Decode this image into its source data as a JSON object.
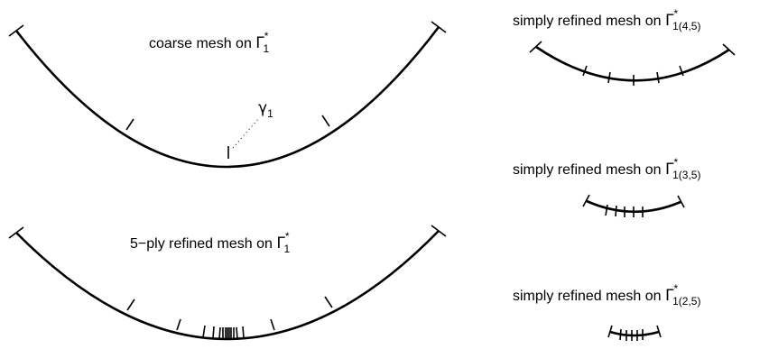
{
  "panels": [
    {
      "label": "coarse mesh on ",
      "symbol": "Γ",
      "superscript": "*",
      "subscript": "1"
    },
    {
      "label": "5−ply refined mesh on ",
      "symbol": "Γ",
      "superscript": "*",
      "subscript": "1"
    },
    {
      "label": "simply refined mesh on ",
      "symbol": "Γ",
      "superscript": "*",
      "subscript": "1(4,5)"
    },
    {
      "label": "simply refined mesh on ",
      "symbol": "Γ",
      "superscript": "*",
      "subscript": "1(3,5)"
    },
    {
      "label": "simply refined mesh on ",
      "symbol": "Γ",
      "superscript": "*",
      "subscript": "1(2,5)"
    }
  ],
  "point_label": {
    "symbol": "γ",
    "subscript": "1"
  }
}
